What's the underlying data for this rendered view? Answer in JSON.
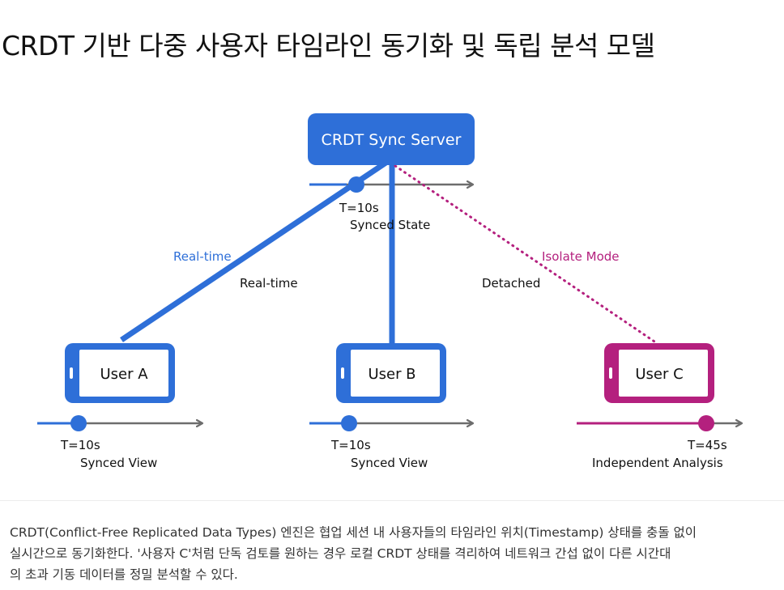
{
  "title": "CRDT 기반 다중 사용자 타임라인 동기화 및 독립 분석 모델",
  "colors": {
    "blue": "#2e6fd8",
    "blue_fill": "#2e6fd8",
    "magenta": "#b4207e",
    "arrow_gray": "#6d6d6d",
    "label_blue": "#2e6fd8",
    "label_magenta": "#b4207e"
  },
  "server": {
    "label": "CRDT Sync Server",
    "time": "T=10s",
    "state": "Synced State"
  },
  "links": {
    "a_label_blue": "Real-time",
    "a_label_dark": "Real-time",
    "c_label_magenta": "Isolate Mode",
    "c_label_dark": "Detached"
  },
  "users": [
    {
      "name": "User A",
      "time": "T=10s",
      "view": "Synced View"
    },
    {
      "name": "User B",
      "time": "T=10s",
      "view": "Synced View"
    },
    {
      "name": "User C",
      "time": "T=45s",
      "view": "Independent Analysis"
    }
  ],
  "caption": [
    "CRDT(Conflict-Free Replicated Data Types) 엔진은 협업 세션 내 사용자들의 타임라인 위치(Timestamp) 상태를 충돌 없이",
    "실시간으로 동기화한다. '사용자 C'처럼 단독 검토를 원하는 경우 로컬 CRDT 상태를 격리하여 네트워크 간섭 없이 다른 시간대",
    "의 초과 기동 데이터를 정밀 분석할 수 있다."
  ]
}
